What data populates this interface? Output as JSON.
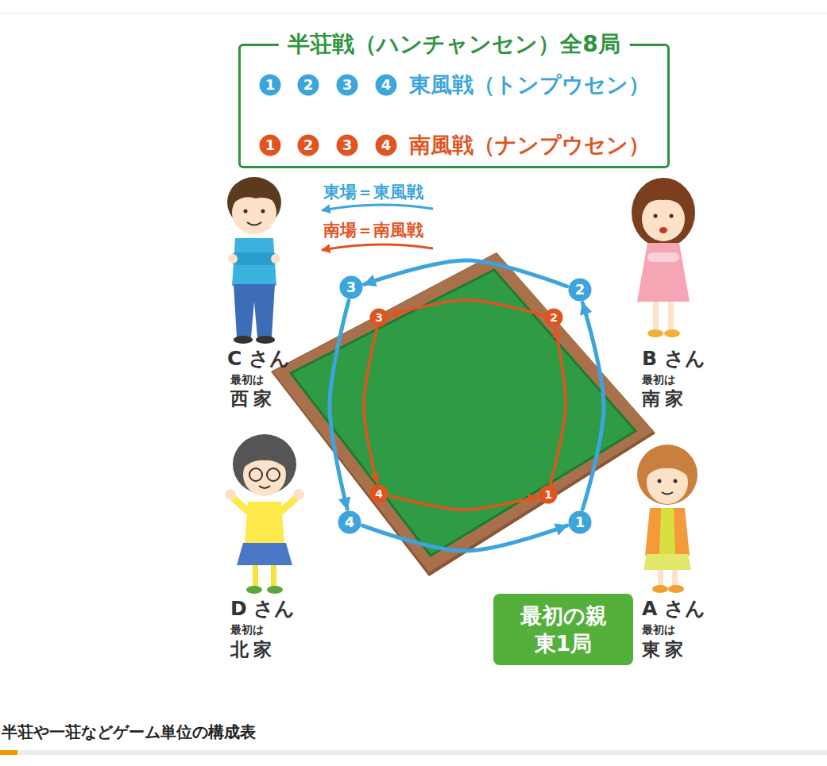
{
  "diagram": {
    "caption": "半荘や一荘などゲーム単位の構成表",
    "nodes": [
      {
        "text": [
          "半荘戦（ハンチャンセン）全8局"
        ]
      },
      {
        "text": [
          "1"
        ],
        "in": 0
      },
      {
        "text": [
          "2"
        ],
        "in": 0
      },
      {
        "text": [
          "3"
        ],
        "in": 0
      },
      {
        "text": [
          "4"
        ],
        "in": 0
      },
      {
        "text": [
          "1"
        ],
        "in": 0
      },
      {
        "text": [
          "2"
        ],
        "in": 0
      },
      {
        "text": [
          "3"
        ],
        "in": 0
      },
      {
        "text": [
          "4"
        ],
        "in": 0
      },
      {
        "text": [
          "1"
        ]
      },
      {
        "text": [
          "2"
        ]
      },
      {
        "text": [
          "3"
        ]
      },
      {
        "text": [
          "4"
        ]
      },
      {
        "text": [
          "1"
        ]
      },
      {
        "text": [
          "2"
        ]
      },
      {
        "text": [
          "3"
        ]
      },
      {
        "text": [
          "4"
        ]
      },
      {
        "text": [
          "最初の親 東1局"
        ]
      }
    ],
    "edges": [
      {
        "from": 9,
        "to": 10,
        "arrow": "to"
      },
      {
        "from": 10,
        "to": 11,
        "arrow": "to"
      },
      {
        "from": 11,
        "to": 12,
        "arrow": "to"
      },
      {
        "from": 12,
        "to": 9,
        "arrow": "to"
      },
      {
        "from": 13,
        "to": 14,
        "arrow": "to"
      },
      {
        "from": 14,
        "to": 15,
        "arrow": "to"
      },
      {
        "from": 15,
        "to": 16,
        "arrow": "to"
      },
      {
        "from": 16,
        "to": 13,
        "arrow": "to"
      }
    ],
    "labels": [
      "東風戦（トンプウセン）",
      "南風戦（ナンプウセン）",
      "東場＝東風戦",
      "南場＝南風戦",
      "C さん",
      "最初は",
      "西家",
      "B さん",
      "最初は",
      "南家",
      "D さん",
      "最初は",
      "北家",
      "A さん",
      "最初は",
      "東家"
    ]
  }
}
